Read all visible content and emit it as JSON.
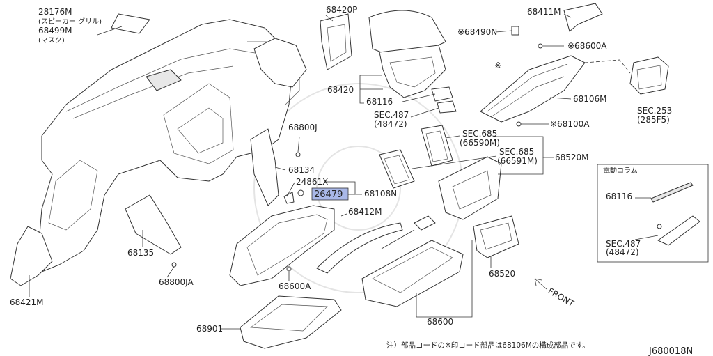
{
  "labels": {
    "p28176M": "28176M",
    "p28176M_desc": "(スピーカー グリル)",
    "p68499M": "68499M",
    "p68499M_desc": "(マスク)",
    "p68420P": "68420P",
    "p68411M": "68411M",
    "p68490N": "※68490N",
    "p68600A_top": "※68600A",
    "mark": "※",
    "p68420": "68420",
    "p68116": "68116",
    "sec487": "SEC.487",
    "sec487_code": "(48472)",
    "p68106M": "68106M",
    "sec253": "SEC.253",
    "sec253_code": "(285F5)",
    "p68800J": "68800J",
    "p68100A": "※68100A",
    "sec685a": "SEC.685",
    "sec685a_code": "(66590M)",
    "sec685b": "SEC.685",
    "sec685b_code": "(66591M)",
    "p68520M": "68520M",
    "p68134": "68134",
    "p24861X": "24861X",
    "p26479": "26479",
    "p68108N": "68108N",
    "p68412M": "68412M",
    "p68135": "68135",
    "p68520": "68520",
    "p68800JA": "68800JA",
    "front": "FRONT",
    "p68600A": "68600A",
    "p68421M": "68421M",
    "p68600": "68600",
    "p68901": "68901",
    "inset_title": "電動コラム",
    "inset_68116": "68116",
    "inset_sec487": "SEC.487",
    "inset_sec487_code": "(48472)",
    "footnote": "注）部品コードの※印コード部品は68106Mの構成部品です。",
    "diagram_id": "J680018N"
  },
  "colors": {
    "highlight": "#a9b8e8",
    "line": "#333333"
  }
}
